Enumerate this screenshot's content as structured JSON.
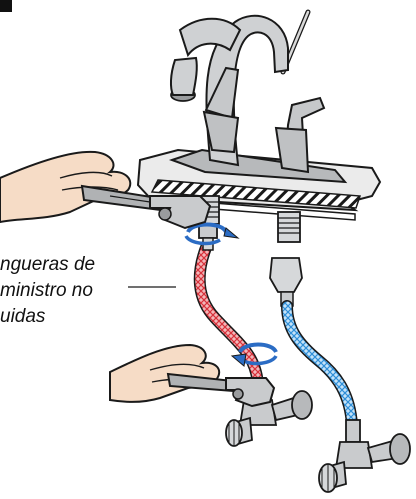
{
  "figure": {
    "callout": {
      "line1": "ngueras de",
      "line2": "ministro no",
      "line3": "uidas"
    }
  },
  "colors": {
    "hot_hose": "#d8323b",
    "cold_hose": "#2f8fd8",
    "rotation_arrow": "#2b6cc4",
    "chrome": "#c9cbcd",
    "outline": "#1a1a1a"
  },
  "icons": [
    "faucet-icon",
    "adjustable-wrench-icon",
    "hand-icon",
    "rotation-arrow-icon",
    "shutoff-valve-icon",
    "supply-hose-icon"
  ]
}
